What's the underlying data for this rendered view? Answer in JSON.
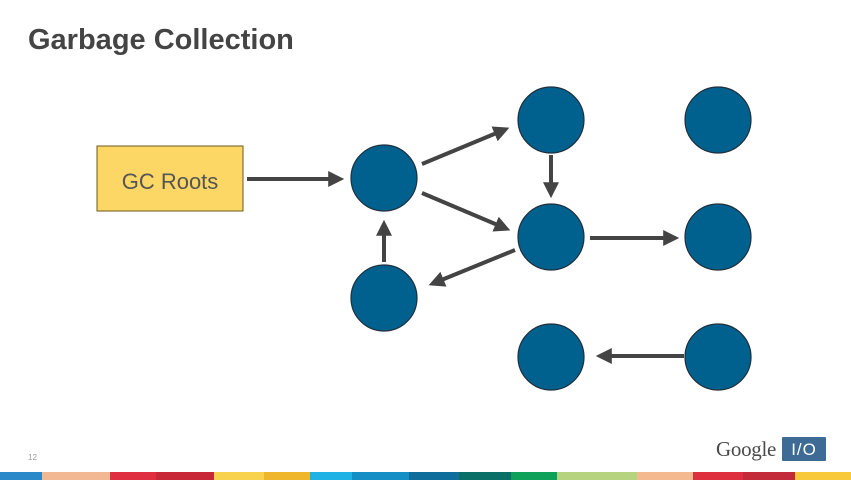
{
  "slide": {
    "title": "Garbage Collection",
    "page_number": "12"
  },
  "diagram": {
    "root_label": "GC Roots",
    "colors": {
      "node_fill": "#00618f",
      "node_stroke": "#1f2f3c",
      "root_fill": "#fcd766",
      "root_stroke": "#6b5a1e",
      "root_text": "#555555",
      "arrow": "#444444"
    }
  },
  "branding": {
    "logo_text": "Google",
    "badge_text": "I/O",
    "stripe_colors": [
      "#2a89c9",
      "#f1b893",
      "#df2e3f",
      "#c82738",
      "#f8d24c",
      "#efb62b",
      "#1fb2e4",
      "#148ec4",
      "#0f6d9c",
      "#0a6f66",
      "#0fa15a",
      "#b6d47f",
      "#f5b98f",
      "#dd2f3e",
      "#c32a3a",
      "#f7c93b"
    ]
  }
}
